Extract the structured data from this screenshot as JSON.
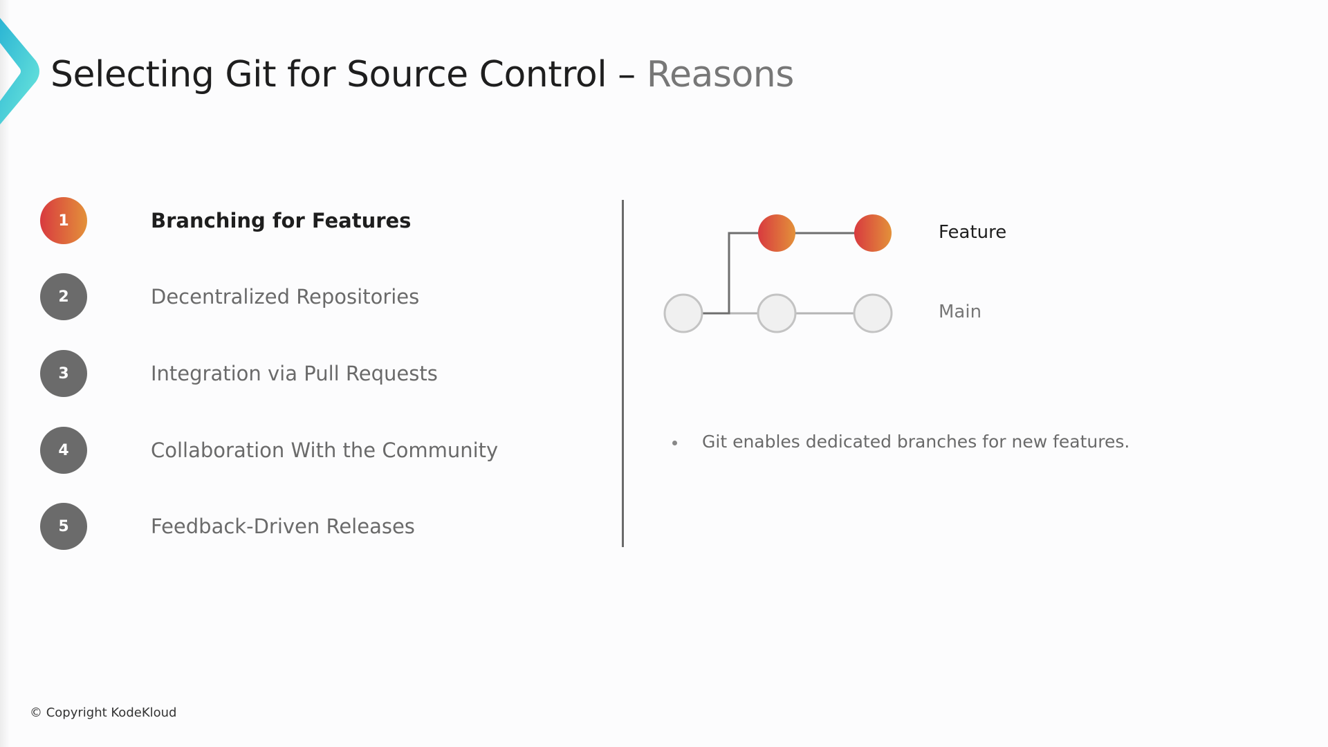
{
  "title": {
    "main": "Selecting Git for Source Control –",
    "sub": "Reasons"
  },
  "list": [
    {
      "number": "1",
      "label": "Branching for Features",
      "active": true
    },
    {
      "number": "2",
      "label": "Decentralized Repositories",
      "active": false
    },
    {
      "number": "3",
      "label": "Integration via Pull Requests",
      "active": false
    },
    {
      "number": "4",
      "label": "Collaboration With the Community",
      "active": false
    },
    {
      "number": "5",
      "label": "Feedback-Driven Releases",
      "active": false
    }
  ],
  "diagram": {
    "feature_label": "Feature",
    "main_label": "Main"
  },
  "bullets": [
    "Git enables dedicated branches for new features."
  ],
  "footer": {
    "copyright": "© Copyright KodeKloud"
  },
  "colors": {
    "accent_start": "#d83a3f",
    "accent_end": "#e3913a",
    "logo_start": "#2bb5d4",
    "logo_end": "#6ee8dc"
  }
}
